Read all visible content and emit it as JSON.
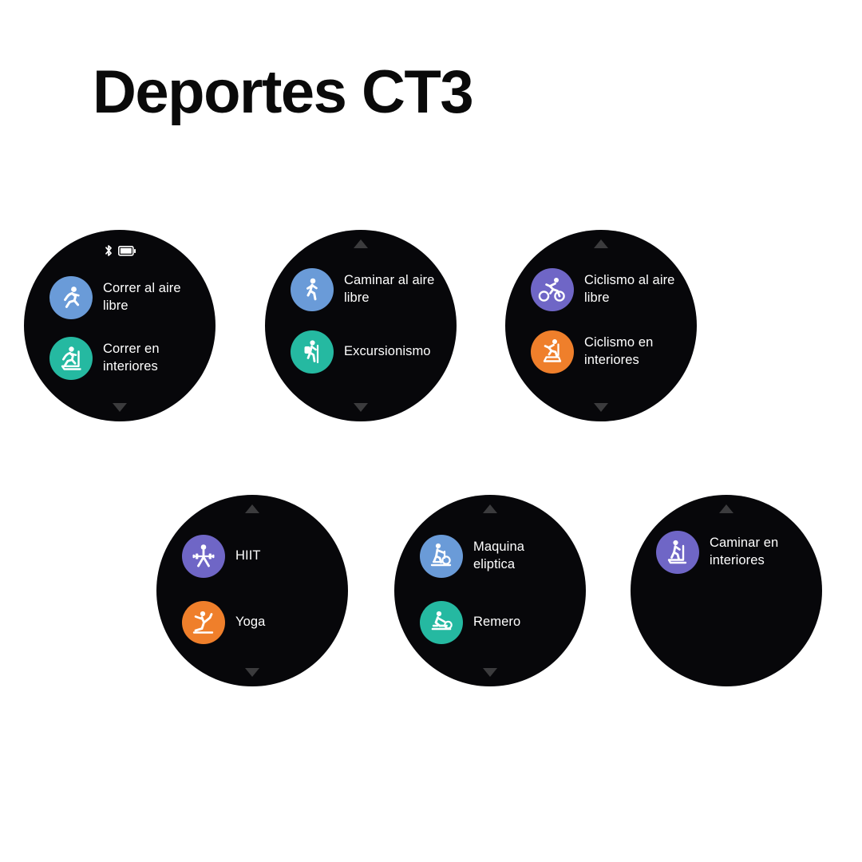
{
  "page": {
    "title": "Deportes CT3",
    "background_color": "#ffffff",
    "title_color": "#0a0a0a"
  },
  "palette": {
    "blue": "#6a9bd8",
    "teal": "#25b9a1",
    "purple": "#6f66c6",
    "orange": "#ef7f2b",
    "watch_face": "#07070a",
    "label_text": "#ffffff",
    "chevron": "#3b3b3d"
  },
  "watches": [
    {
      "id": "watch-1",
      "status_icons": [
        "bluetooth-icon",
        "battery-icon"
      ],
      "chevron_up": false,
      "chevron_down": true,
      "items": [
        {
          "label": "Correr al aire libre",
          "icon": "running-outdoor-icon",
          "color": "#6a9bd8"
        },
        {
          "label": "Correr en interiores",
          "icon": "treadmill-running-icon",
          "color": "#25b9a1"
        }
      ]
    },
    {
      "id": "watch-2",
      "status_icons": [],
      "chevron_up": true,
      "chevron_down": true,
      "items": [
        {
          "label": "Caminar al aire libre",
          "icon": "walking-outdoor-icon",
          "color": "#6a9bd8"
        },
        {
          "label": "Excursionismo",
          "icon": "hiking-icon",
          "color": "#25b9a1"
        }
      ]
    },
    {
      "id": "watch-3",
      "status_icons": [],
      "chevron_up": true,
      "chevron_down": true,
      "items": [
        {
          "label": "Ciclismo al aire libre",
          "icon": "cycling-outdoor-icon",
          "color": "#6f66c6"
        },
        {
          "label": "Ciclismo en interiores",
          "icon": "indoor-cycling-icon",
          "color": "#ef7f2b"
        }
      ]
    },
    {
      "id": "watch-4",
      "status_icons": [],
      "chevron_up": true,
      "chevron_down": true,
      "items": [
        {
          "label": "HIIT",
          "icon": "barbell-icon",
          "color": "#6f66c6"
        },
        {
          "label": "Yoga",
          "icon": "yoga-icon",
          "color": "#ef7f2b"
        }
      ]
    },
    {
      "id": "watch-5",
      "status_icons": [],
      "chevron_up": true,
      "chevron_down": true,
      "items": [
        {
          "label": "Maquina eliptica",
          "icon": "elliptical-icon",
          "color": "#6a9bd8"
        },
        {
          "label": "Remero",
          "icon": "rowing-machine-icon",
          "color": "#25b9a1"
        }
      ]
    },
    {
      "id": "watch-6",
      "status_icons": [],
      "chevron_up": true,
      "chevron_down": false,
      "items": [
        {
          "label": "Caminar en interiores",
          "icon": "treadmill-walking-icon",
          "color": "#6f66c6"
        }
      ]
    }
  ]
}
